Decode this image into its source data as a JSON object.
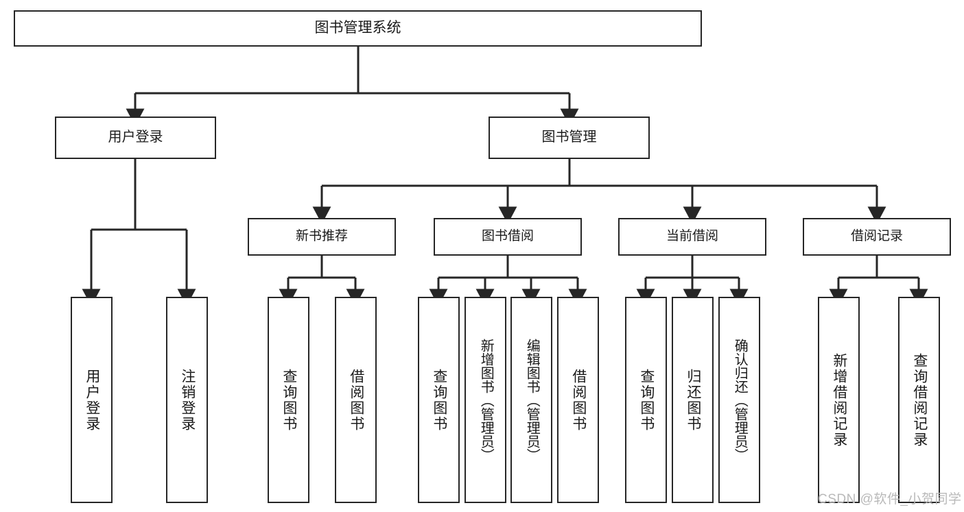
{
  "diagram": {
    "title": "图书管理系统",
    "root": {
      "label": "图书管理系统"
    },
    "level1": [
      {
        "label": "用户登录"
      },
      {
        "label": "图书管理"
      }
    ],
    "level2": [
      {
        "label": "新书推荐"
      },
      {
        "label": "图书借阅"
      },
      {
        "label": "当前借阅"
      },
      {
        "label": "借阅记录"
      }
    ],
    "leaves": {
      "user_login": [
        {
          "label": "用户登录"
        },
        {
          "label": "注销登录"
        }
      ],
      "new_book_recommend": [
        {
          "label": "查询图书"
        },
        {
          "label": "借阅图书"
        }
      ],
      "book_borrow": [
        {
          "label": "查询图书"
        },
        {
          "label": "新增图书（管理员）"
        },
        {
          "label": "编辑图书（管理员）"
        },
        {
          "label": "借阅图书"
        }
      ],
      "current_borrow": [
        {
          "label": "查询图书"
        },
        {
          "label": "归还图书"
        },
        {
          "label": "确认归还（管理员）"
        }
      ],
      "borrow_record": [
        {
          "label": "新增借阅记录"
        },
        {
          "label": "查询借阅记录"
        }
      ]
    }
  },
  "watermark": {
    "text": "CSDN @软件_小贺同学"
  },
  "colors": {
    "stroke": "#262626",
    "background": "#ffffff",
    "text": "#1a1a1a",
    "watermark": "#b9b9b9"
  }
}
